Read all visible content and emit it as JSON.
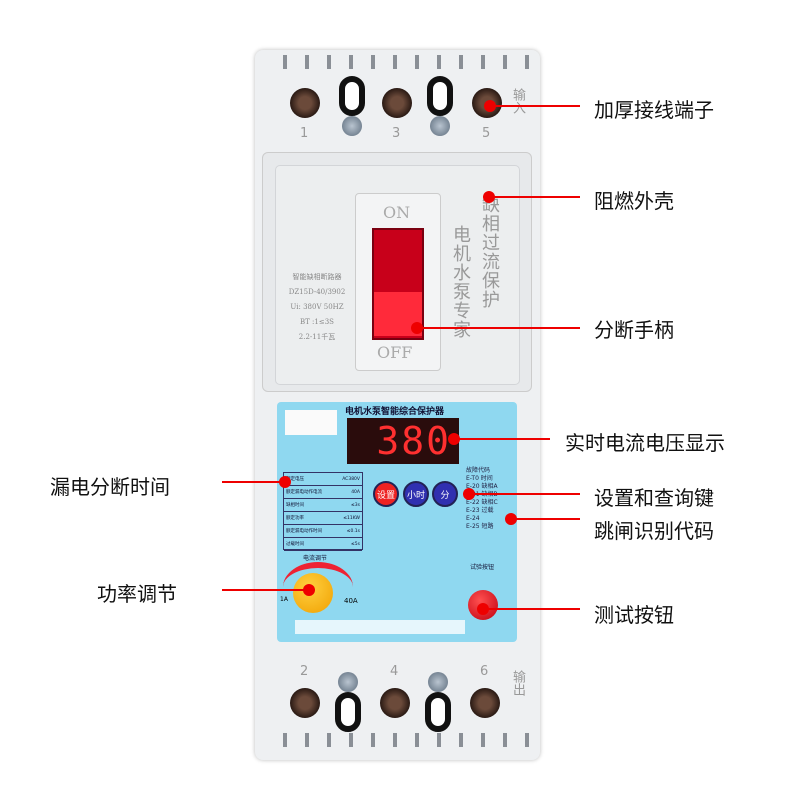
{
  "terminals": {
    "top": [
      "1",
      "3",
      "5"
    ],
    "top_side": "输入",
    "bottom": [
      "2",
      "4",
      "6"
    ],
    "bottom_side": "输出"
  },
  "breaker": {
    "on": "ON",
    "off": "OFF",
    "model_lines": [
      "智能缺相断路器",
      "DZ15D-40/3902",
      "Ui: 380V  50HZ",
      "BT :1≤3S",
      "2.2-11千瓦"
    ],
    "vertical_left": "电机水泵专家",
    "vertical_right": "缺相过流保护"
  },
  "panel": {
    "title": "电机水泵智能综合保护器",
    "display": "380",
    "buttons": [
      "设置",
      "小时",
      "分"
    ],
    "specs": [
      [
        "额定电压",
        "AC380V"
      ],
      [
        "额定漏电动作电流",
        "40A"
      ],
      [
        "缺相时间",
        "≤3s"
      ],
      [
        "额定功率",
        "≤11KW"
      ],
      [
        "额定漏电动作时间",
        "≤0.1s"
      ],
      [
        "过载时间",
        "≤5s"
      ]
    ],
    "codes_title": "故障代码",
    "codes": [
      "E-T0 时间",
      "E-20 缺相A",
      "E-21 缺相B",
      "E-22 缺相C",
      "E-23 过载",
      "E-24",
      "E-25 短路"
    ],
    "dial_label": "电流调节",
    "dial_min": "1A",
    "dial_max": "40A",
    "test_label": "试验按钮"
  },
  "callouts": {
    "terminal": "加厚接线端子",
    "shell": "阻燃外壳",
    "handle": "分断手柄",
    "display": "实时电流电压显示",
    "leak": "漏电分断时间",
    "buttons": "设置和查询键",
    "codes": "跳闸识别代码",
    "power": "功率调节",
    "test": "测试按钮"
  },
  "colors": {
    "callout": "#e00000",
    "panel": "#8fd8f0",
    "handle": "#c8001a"
  }
}
